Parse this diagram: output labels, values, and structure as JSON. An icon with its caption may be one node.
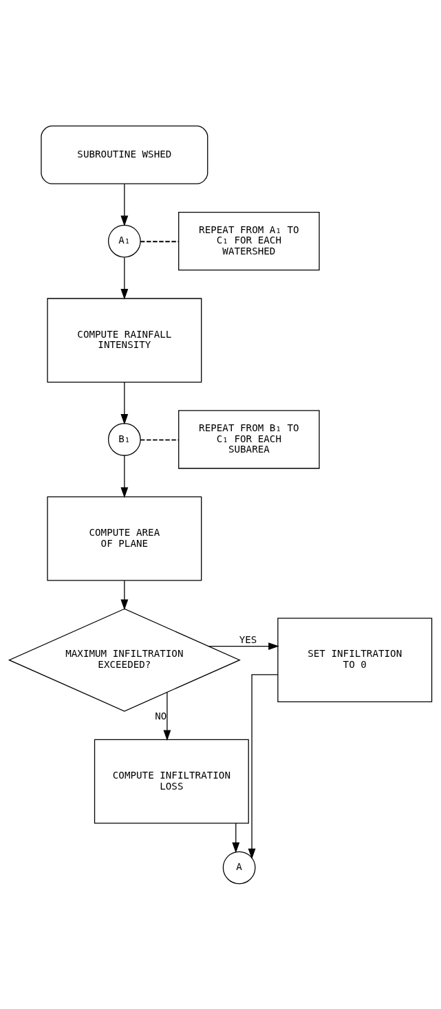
{
  "diagram": {
    "nodes": [
      {
        "text": [
          "SUBROUTINE WSHED"
        ]
      },
      {
        "text": [
          "A₁"
        ]
      },
      {
        "text": [
          "REPEAT FROM A₁ TO C₁ FOR EACH WATERSHED"
        ]
      },
      {
        "text": [
          "COMPUTE RAINFALL INTENSITY"
        ]
      },
      {
        "text": [
          "B₁"
        ]
      },
      {
        "text": [
          "REPEAT FROM B₁ TO C₁ FOR EACH SUBAREA"
        ]
      },
      {
        "text": [
          "COMPUTE AREA OF PLANE"
        ]
      },
      {
        "text": [
          "MAXIMUM INFILTRATION EXCEEDED?"
        ]
      },
      {
        "text": [
          "SET INFILTRATION TO 0"
        ]
      },
      {
        "text": [
          "COMPUTE INFILTRATION LOSS"
        ]
      },
      {
        "text": [
          "A"
        ]
      }
    ],
    "edges": [
      {
        "from": 0,
        "to": 1,
        "arrow": "to"
      },
      {
        "from": 1,
        "to": 2,
        "arrow": "none",
        "style": "dashed"
      },
      {
        "from": 1,
        "to": 3,
        "arrow": "to"
      },
      {
        "from": 3,
        "to": 4,
        "arrow": "to"
      },
      {
        "from": 4,
        "to": 5,
        "arrow": "none",
        "style": "dashed"
      },
      {
        "from": 4,
        "to": 6,
        "arrow": "to"
      },
      {
        "from": 6,
        "to": 7,
        "arrow": "to"
      },
      {
        "from": 7,
        "to": 8,
        "arrow": "to",
        "label": "YES"
      },
      {
        "from": 7,
        "to": 9,
        "arrow": "to",
        "label": "NO"
      },
      {
        "from": 9,
        "to": 10,
        "arrow": "to"
      },
      {
        "from": 8,
        "to": 10,
        "arrow": "to"
      }
    ]
  }
}
